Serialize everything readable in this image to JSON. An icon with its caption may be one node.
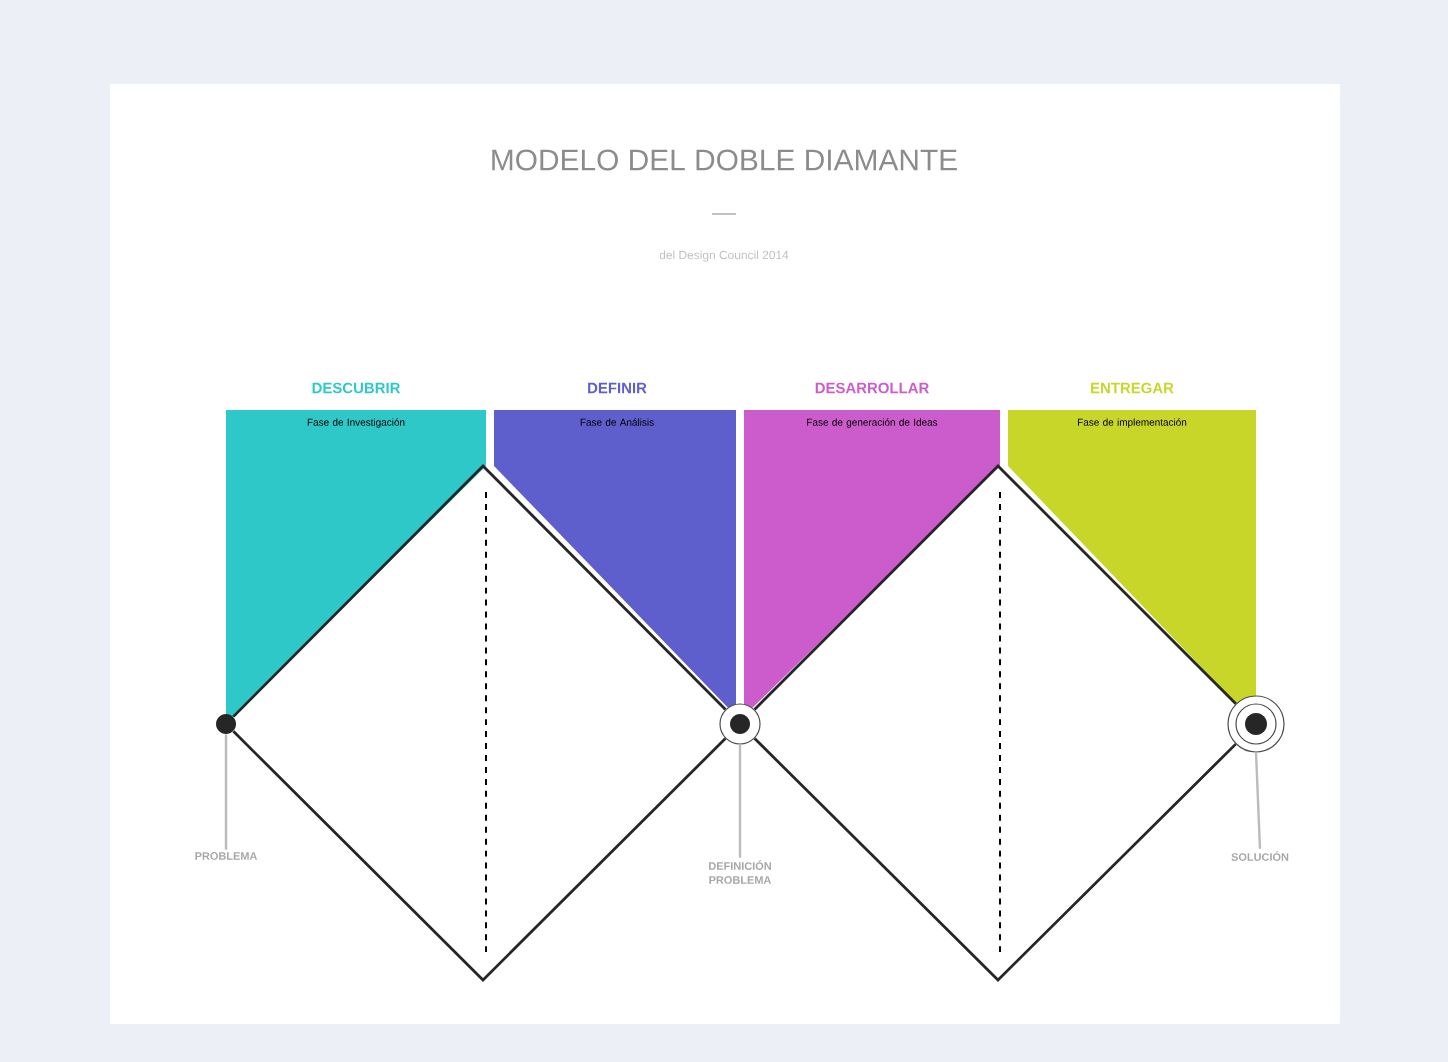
{
  "diagram": {
    "title": "MODELO DEL DOBLE DIAMANTE",
    "nodes": [
      {
        "text": [
          "DESCUBRIR",
          "Fase de Investigación"
        ]
      },
      {
        "text": [
          "DEFINIR",
          "Fase de Análisis"
        ]
      },
      {
        "text": [
          "DESARROLLAR",
          "Fase de generación de Ideas"
        ]
      },
      {
        "text": [
          "ENTREGAR",
          "Fase de implementación"
        ]
      },
      {
        "text": [],
        "shape": "circle"
      },
      {
        "text": [],
        "shape": "circle"
      },
      {
        "text": [],
        "shape": "circle"
      },
      {
        "text": [
          "PROBLEMA"
        ]
      },
      {
        "text": [
          "DEFINICIÓN PROBLEMA"
        ]
      },
      {
        "text": [
          "SOLUCIÓN"
        ]
      }
    ],
    "edges": [
      {
        "from": 4,
        "to": 5,
        "arrow": "none"
      },
      {
        "from": 4,
        "to": 5,
        "arrow": "none"
      },
      {
        "from": 5,
        "to": 6,
        "arrow": "none"
      },
      {
        "from": 5,
        "to": 6,
        "arrow": "none"
      },
      {
        "from": 7,
        "to": 4,
        "arrow": "none",
        "color": "#bbbbbb"
      },
      {
        "from": 8,
        "to": 5,
        "arrow": "none",
        "color": "#bbbbbb"
      },
      {
        "from": 9,
        "to": 6,
        "arrow": "none",
        "color": "#bbbbbb"
      }
    ],
    "labels": [
      "del Design Council 2014"
    ]
  }
}
